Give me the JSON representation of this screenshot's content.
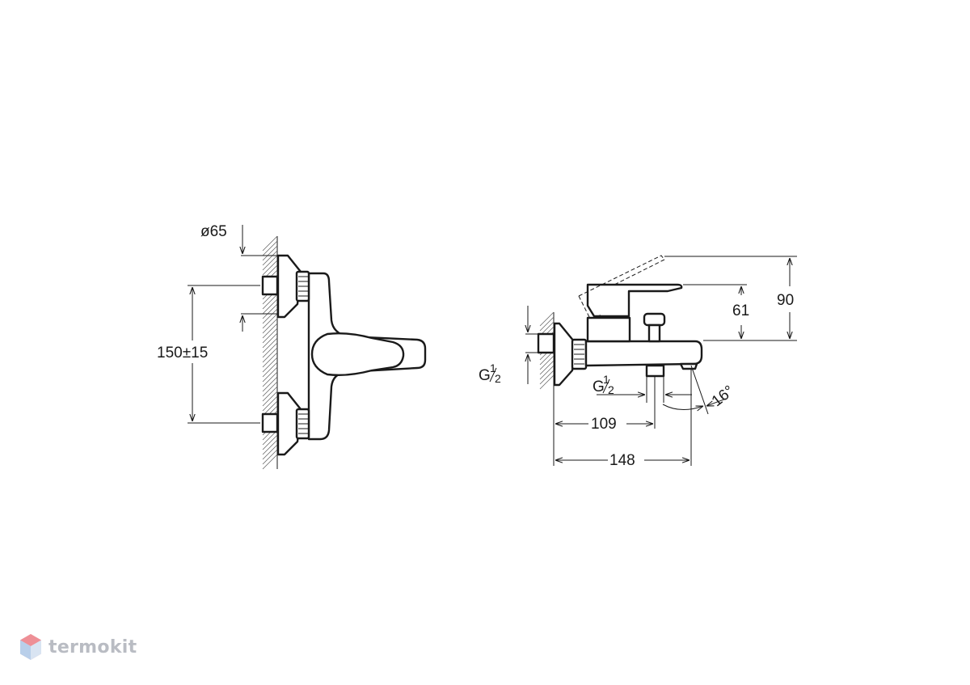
{
  "watermark": {
    "brand": "termokit",
    "icon": "hexagon-logo-icon"
  },
  "front_view": {
    "dimensions": {
      "flange_diameter": "ø65",
      "inlet_spacing": "150±15"
    }
  },
  "side_view": {
    "dimensions": {
      "inlet_thread_g": "G",
      "inlet_thread_num": "1",
      "inlet_thread_den": "2",
      "outlet_thread_g": "G",
      "outlet_thread_num": "1",
      "outlet_thread_den": "2",
      "lever_height": "61",
      "total_height": "90",
      "spout_angle": "16°",
      "outlet_depth": "109",
      "total_depth": "148"
    }
  }
}
